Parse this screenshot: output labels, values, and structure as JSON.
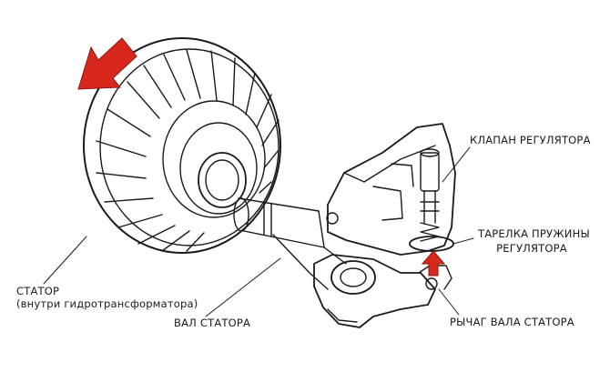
{
  "labels": {
    "regulator_valve": "КЛАПАН РЕГУЛЯТОРА",
    "spring_seat_line1": "ТАРЕЛКА ПРУЖИНЫ",
    "spring_seat_line2": "РЕГУЛЯТОРА",
    "stator_line1": "СТАТОР",
    "stator_line2": "(внутри гидротрансформатора)",
    "stator_shaft": "ВАЛ СТАТОРА",
    "stator_shaft_lever": "РЫЧАГ ВАЛА СТАТОРА"
  },
  "colors": {
    "arrow": "#d8281c",
    "line": "#1a1a1a"
  },
  "icons": {
    "rotation_arrow": "red-arrow-icon",
    "push_arrow": "red-up-arrow-icon"
  }
}
